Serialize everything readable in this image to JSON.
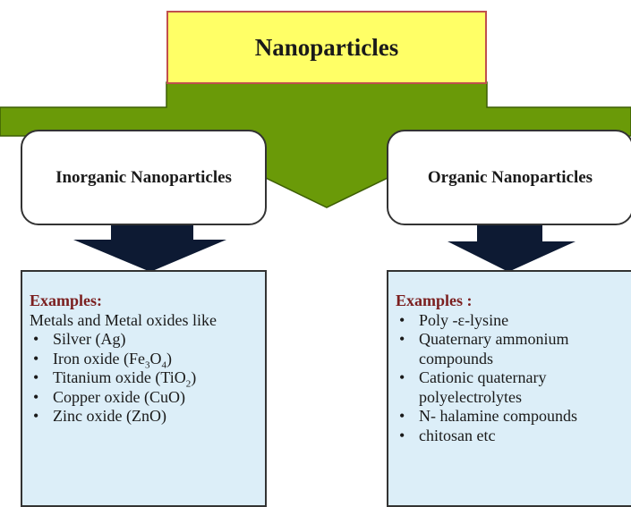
{
  "title": "Nanoparticles",
  "colors": {
    "title_fill": "#ffff66",
    "title_border": "#c0504d",
    "arrow_green": "#6a9a08",
    "down_arrow": "#0d1a33",
    "example_fill": "#dceef8",
    "heading_red": "#7b1f1f"
  },
  "categories": {
    "inorganic": {
      "label": "Inorganic Nanoparticles",
      "examples_heading": "Examples:",
      "intro": "Metals and Metal oxides like",
      "items": [
        {
          "text": "Silver (Ag)"
        },
        {
          "text": "Iron oxide (Fe",
          "sub1": "3",
          "mid": "O",
          "sub2": "4",
          "tail": ")"
        },
        {
          "text": "Titanium oxide (TiO",
          "sub1": "2",
          "tail": ")"
        },
        {
          "text": "Copper oxide (CuO)"
        },
        {
          "text": "Zinc oxide (ZnO)"
        }
      ]
    },
    "organic": {
      "label": "Organic Nanoparticles",
      "examples_heading": "Examples :",
      "items": [
        "Poly -ε-lysine",
        "Quaternary ammonium compounds",
        "Cationic quaternary polyelectrolytes",
        " N- halamine compounds",
        " chitosan etc"
      ]
    }
  }
}
